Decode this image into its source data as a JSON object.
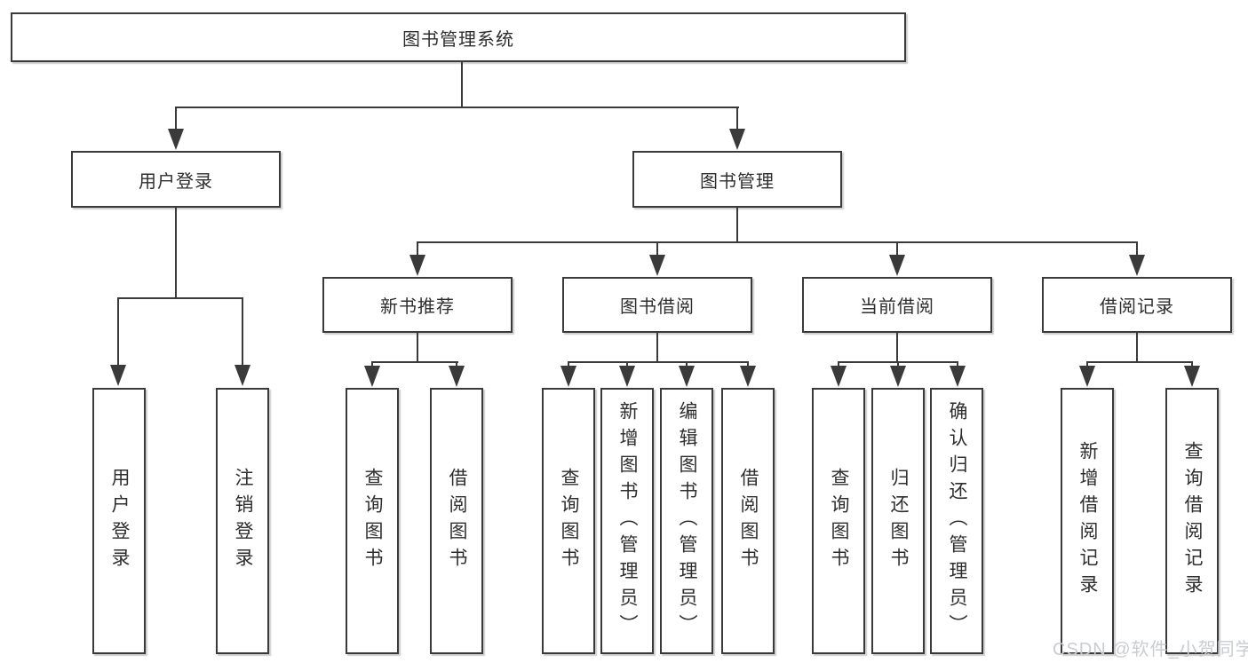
{
  "diagram": {
    "root": {
      "label": "图书管理系统"
    },
    "branches": [
      {
        "label": "用户登录",
        "children": [
          {
            "label": "用户登录"
          },
          {
            "label": "注销登录"
          }
        ]
      },
      {
        "label": "图书管理",
        "children": [
          {
            "label": "新书推荐",
            "children": [
              {
                "label": "查询图书"
              },
              {
                "label": "借阅图书"
              }
            ]
          },
          {
            "label": "图书借阅",
            "children": [
              {
                "label": "查询图书"
              },
              {
                "label": "新增图书（管理员）"
              },
              {
                "label": "编辑图书（管理员）"
              },
              {
                "label": "借阅图书"
              }
            ]
          },
          {
            "label": "当前借阅",
            "children": [
              {
                "label": "查询图书"
              },
              {
                "label": "归还图书"
              },
              {
                "label": "确认归还（管理员）"
              }
            ]
          },
          {
            "label": "借阅记录",
            "children": [
              {
                "label": "新增借阅记录"
              },
              {
                "label": "查询借阅记录"
              }
            ]
          }
        ]
      }
    ]
  },
  "watermark": {
    "text": "CSDN @软件_小贺同学",
    "color": "#c9ccd1"
  },
  "colors": {
    "line": "#3a3a3a",
    "text": "#2e2e2e",
    "background": "#ffffff"
  }
}
